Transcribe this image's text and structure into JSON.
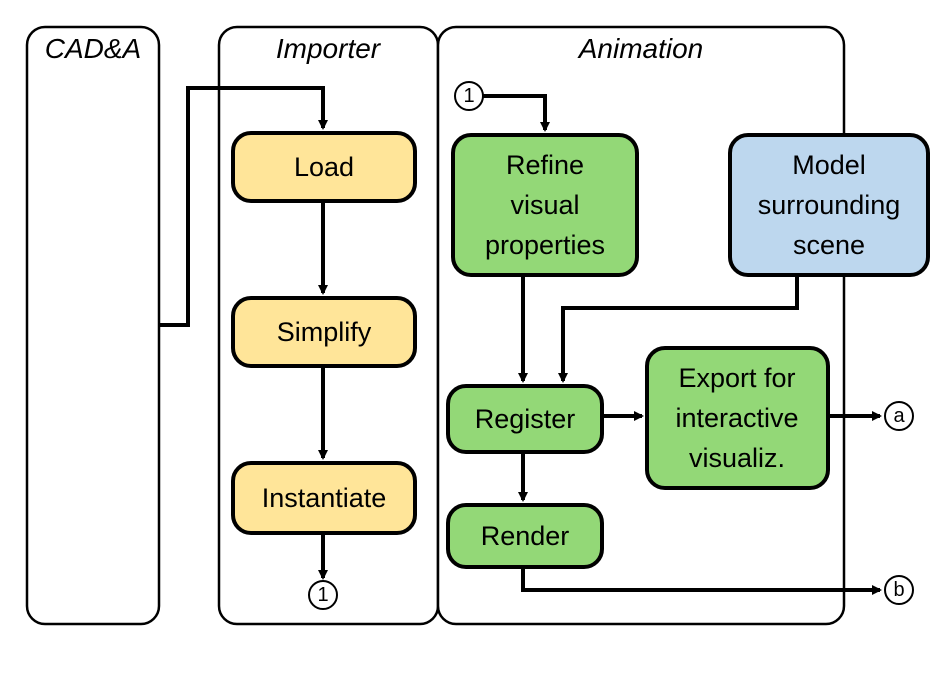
{
  "lanes": {
    "cad": "CAD&A",
    "importer": "Importer",
    "animation": "Animation"
  },
  "boxes": {
    "load": [
      "Load"
    ],
    "simplify": [
      "Simplify"
    ],
    "instantiate": [
      "Instantiate"
    ],
    "refine": [
      "Refine",
      "visual",
      "properties"
    ],
    "model": [
      "Model",
      "surrounding",
      "scene"
    ],
    "register": [
      "Register"
    ],
    "export": [
      "Export for",
      "interactive",
      "visualiz."
    ],
    "render": [
      "Render"
    ]
  },
  "connectors": {
    "out1": "1",
    "in1": "1",
    "a": "a",
    "b": "b"
  },
  "colors": {
    "importer_fill": "#FFE599",
    "animation_fill": "#93D877",
    "scene_fill": "#BDD7EE",
    "stroke": "#000000"
  }
}
